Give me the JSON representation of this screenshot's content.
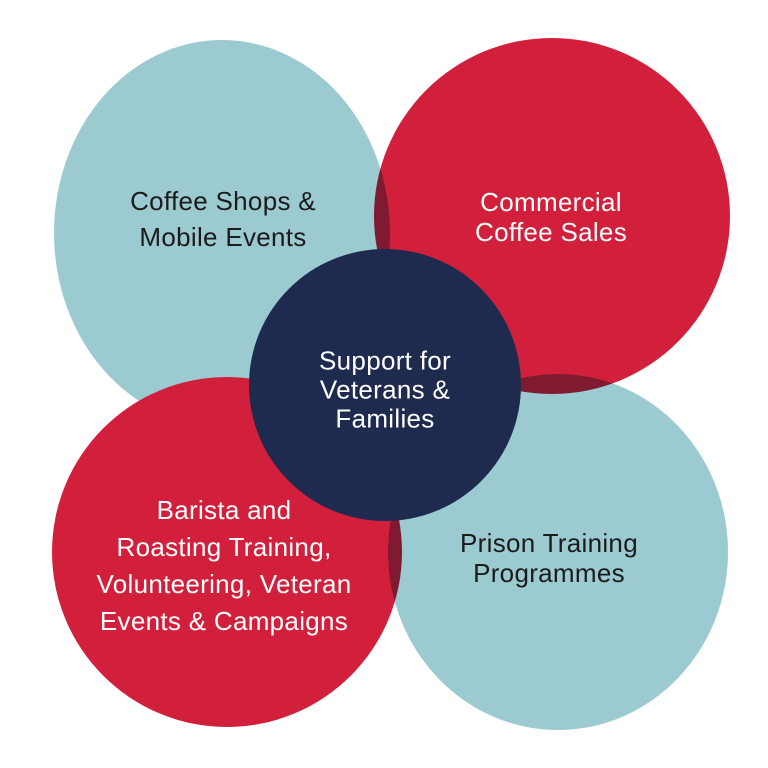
{
  "background": "#FFFFFF",
  "colors": {
    "teal": "#9BCAD1",
    "red": "#D2203C",
    "navy": "#1F2A4F",
    "overlap_maroon": "#7F1931",
    "dark_text": "#1B1B1B",
    "light_text": "#FFFFFF"
  },
  "diagram": {
    "top_left_circle": {
      "lines": [
        "Coffee Shops &",
        "Mobile Events"
      ]
    },
    "top_right_circle": {
      "lines": [
        "Commercial",
        "Coffee Sales"
      ]
    },
    "center_circle": {
      "lines": [
        "Support for",
        "Veterans &",
        "Families"
      ]
    },
    "bottom_left_circle": {
      "lines": [
        "Barista and",
        "Roasting Training,",
        "Volunteering, Veteran",
        "Events & Campaigns"
      ]
    },
    "bottom_right_circle": {
      "lines": [
        "Prison Training",
        "Programmes"
      ]
    }
  }
}
